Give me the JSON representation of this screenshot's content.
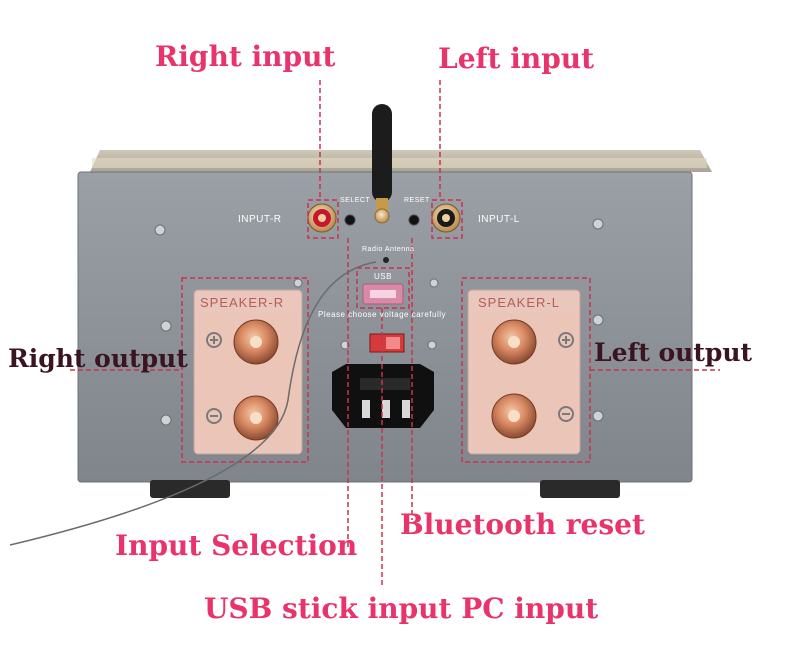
{
  "callouts": {
    "right_input": "Right input",
    "left_input": "Left input",
    "right_output": "Right output",
    "left_output": "Left output",
    "input_selection": "Input Selection",
    "bluetooth_reset": "Bluetooth reset",
    "usb_input": "USB stick input PC input"
  },
  "panel": {
    "input_r": "INPUT-R",
    "input_l": "INPUT-L",
    "select": "SELECT",
    "reset": "RESET",
    "radio_antenna": "Radio Antenna",
    "usb": "USB",
    "voltage_note": "Please choose voltage carefully",
    "speaker_r": "SPEAKER-R",
    "speaker_l": "SPEAKER-L"
  },
  "colors": {
    "callout_pink": "#e8336b",
    "callout_dark": "#3a1420",
    "chassis": "#8d9398",
    "speaker_plate": "#e9c7bc"
  }
}
